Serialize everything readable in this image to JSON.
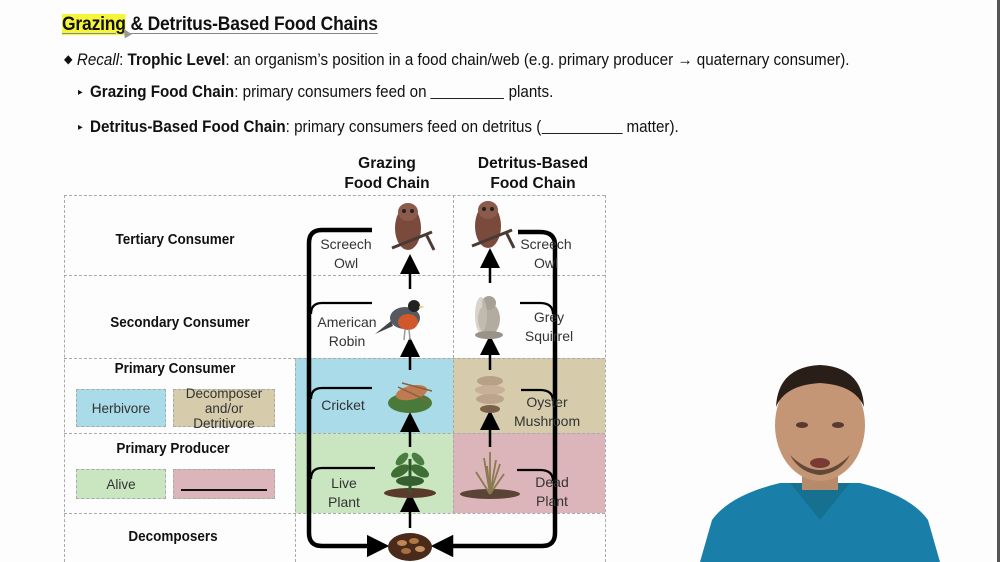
{
  "slide": {
    "title_highlighted": "Grazing",
    "title_rest": " & Detritus-Based Food Chains",
    "recall": {
      "prefix_italic": "Recall",
      "colon": ": ",
      "term": "Trophic Level",
      "text": ": an organism’s position in a food chain/web (e.g. primary producer → quaternary consumer)."
    },
    "grazing_point": {
      "term": "Grazing Food Chain",
      "text_before": ": primary consumers feed on ",
      "text_after": " plants."
    },
    "detritus_point": {
      "term": "Detritus-Based Food Chain",
      "text_before": ": primary consumers feed on detritus (",
      "text_after": " matter)."
    }
  },
  "diagram": {
    "columns": [
      {
        "line1": "Grazing",
        "line2": "Food Chain"
      },
      {
        "line1": "Detritus-Based",
        "line2": "Food Chain"
      }
    ],
    "rows": [
      {
        "label": "Tertiary Consumer"
      },
      {
        "label": "Secondary Consumer"
      },
      {
        "label": "Primary Consumer"
      },
      {
        "label": "Primary Producer"
      },
      {
        "label": "Decomposers"
      }
    ],
    "legend": {
      "herbivore": "Herbivore",
      "decomposer_line1": "Decomposer",
      "decomposer_line2": "and/or Detritivore",
      "alive": "Alive",
      "blank": ""
    },
    "grazing_organisms": [
      {
        "line1": "Screech",
        "line2": "Owl",
        "icon": "owl-icon"
      },
      {
        "line1": "American",
        "line2": "Robin",
        "icon": "robin-icon"
      },
      {
        "line1": "Cricket",
        "line2": "",
        "icon": "cricket-icon"
      },
      {
        "line1": "Live",
        "line2": "Plant",
        "icon": "live-plant-icon"
      }
    ],
    "detritus_organisms": [
      {
        "line1": "Screech",
        "line2": "Owl",
        "icon": "owl-icon"
      },
      {
        "line1": "Grey",
        "line2": "Squirrel",
        "icon": "squirrel-icon"
      },
      {
        "line1": "Oyster",
        "line2": "Mushroom",
        "icon": "mushroom-icon"
      },
      {
        "line1": "Dead",
        "line2": "Plant",
        "icon": "dead-plant-icon"
      }
    ],
    "decomposer_icon": "decomposer-soil-icon",
    "colors": {
      "herbivore": "#a9dbe8",
      "decomposer": "#d6ccac",
      "alive": "#c9e6c0",
      "dead": "#dcb5bb"
    }
  },
  "presenter": {
    "description": "presenter in teal polo shirt",
    "shirt_color": "#1a7fa8"
  }
}
